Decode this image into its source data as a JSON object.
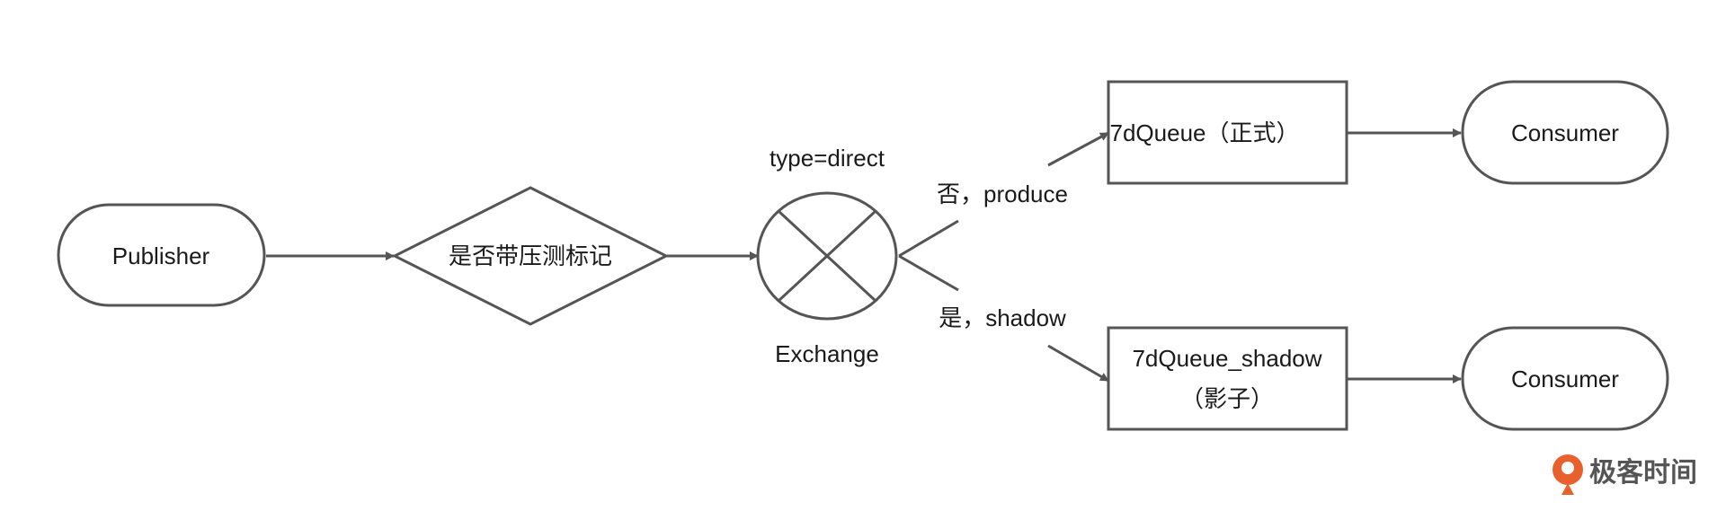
{
  "nodes": {
    "publisher": "Publisher",
    "decision": "是否带压测标记",
    "exchange_type": "type=direct",
    "exchange": "Exchange",
    "queue_formal": "7dQueue（正式）",
    "queue_shadow_line1": "7dQueue_shadow",
    "queue_shadow_line2": "（影子）",
    "consumer_top": "Consumer",
    "consumer_bottom": "Consumer"
  },
  "edges": {
    "branch_no": "否，produce",
    "branch_yes": "是，shadow"
  },
  "brand": {
    "name": "极客时间",
    "icon": "geektime-logo-icon"
  },
  "colors": {
    "stroke": "#555555",
    "text": "#1a1a1a",
    "brand_accent": "#e8612c"
  }
}
